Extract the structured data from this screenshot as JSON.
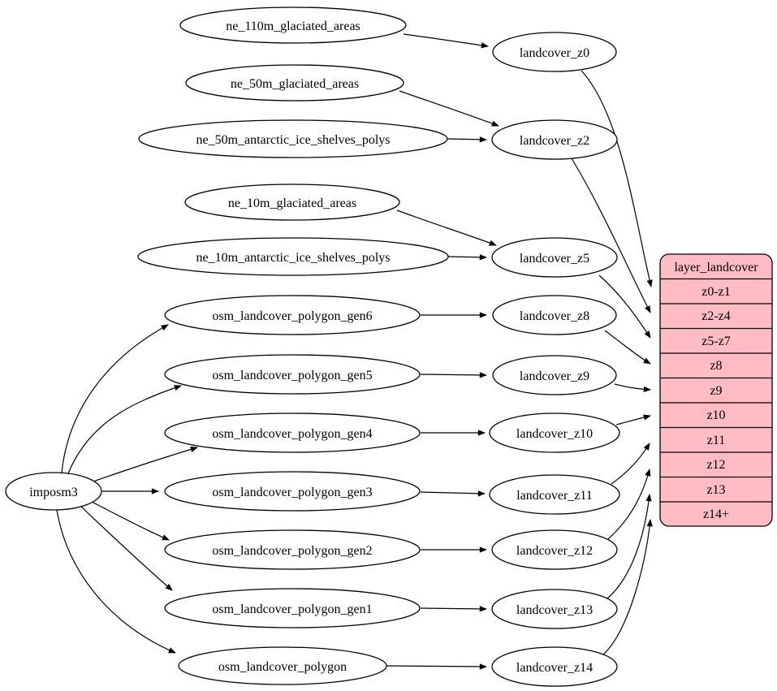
{
  "nodes": {
    "ne110": {
      "label": "ne_110m_glaciated_areas"
    },
    "ne50g": {
      "label": "ne_50m_glaciated_areas"
    },
    "ne50a": {
      "label": "ne_50m_antarctic_ice_shelves_polys"
    },
    "ne10g": {
      "label": "ne_10m_glaciated_areas"
    },
    "ne10a": {
      "label": "ne_10m_antarctic_ice_shelves_polys"
    },
    "gen6": {
      "label": "osm_landcover_polygon_gen6"
    },
    "gen5": {
      "label": "osm_landcover_polygon_gen5"
    },
    "gen4": {
      "label": "osm_landcover_polygon_gen4"
    },
    "gen3": {
      "label": "osm_landcover_polygon_gen3"
    },
    "gen2": {
      "label": "osm_landcover_polygon_gen2"
    },
    "gen1": {
      "label": "osm_landcover_polygon_gen1"
    },
    "poly": {
      "label": "osm_landcover_polygon"
    },
    "imposm3": {
      "label": "imposm3"
    },
    "z0": {
      "label": "landcover_z0"
    },
    "z2": {
      "label": "landcover_z2"
    },
    "z5": {
      "label": "landcover_z5"
    },
    "z8": {
      "label": "landcover_z8"
    },
    "z9": {
      "label": "landcover_z9"
    },
    "z10": {
      "label": "landcover_z10"
    },
    "z11": {
      "label": "landcover_z11"
    },
    "z12": {
      "label": "landcover_z12"
    },
    "z13": {
      "label": "landcover_z13"
    },
    "z14": {
      "label": "landcover_z14"
    }
  },
  "table": {
    "title": "layer_landcover",
    "rows": [
      "z0-z1",
      "z2-z4",
      "z5-z7",
      "z8",
      "z9",
      "z10",
      "z11",
      "z12",
      "z13",
      "z14+"
    ]
  },
  "edges": [
    {
      "from": "ne_110m_glaciated_areas",
      "to": "landcover_z0"
    },
    {
      "from": "ne_50m_glaciated_areas",
      "to": "landcover_z2"
    },
    {
      "from": "ne_50m_antarctic_ice_shelves_polys",
      "to": "landcover_z2"
    },
    {
      "from": "ne_10m_glaciated_areas",
      "to": "landcover_z5"
    },
    {
      "from": "ne_10m_antarctic_ice_shelves_polys",
      "to": "landcover_z5"
    },
    {
      "from": "imposm3",
      "to": "osm_landcover_polygon_gen6"
    },
    {
      "from": "imposm3",
      "to": "osm_landcover_polygon_gen5"
    },
    {
      "from": "imposm3",
      "to": "osm_landcover_polygon_gen4"
    },
    {
      "from": "imposm3",
      "to": "osm_landcover_polygon_gen3"
    },
    {
      "from": "imposm3",
      "to": "osm_landcover_polygon_gen2"
    },
    {
      "from": "imposm3",
      "to": "osm_landcover_polygon_gen1"
    },
    {
      "from": "imposm3",
      "to": "osm_landcover_polygon"
    },
    {
      "from": "osm_landcover_polygon_gen6",
      "to": "landcover_z8"
    },
    {
      "from": "osm_landcover_polygon_gen5",
      "to": "landcover_z9"
    },
    {
      "from": "osm_landcover_polygon_gen4",
      "to": "landcover_z10"
    },
    {
      "from": "osm_landcover_polygon_gen3",
      "to": "landcover_z11"
    },
    {
      "from": "osm_landcover_polygon_gen2",
      "to": "landcover_z12"
    },
    {
      "from": "osm_landcover_polygon_gen1",
      "to": "landcover_z13"
    },
    {
      "from": "osm_landcover_polygon",
      "to": "landcover_z14"
    },
    {
      "from": "landcover_z0",
      "to": "layer_landcover:z0-z1"
    },
    {
      "from": "landcover_z2",
      "to": "layer_landcover:z2-z4"
    },
    {
      "from": "landcover_z5",
      "to": "layer_landcover:z5-z7"
    },
    {
      "from": "landcover_z8",
      "to": "layer_landcover:z8"
    },
    {
      "from": "landcover_z9",
      "to": "layer_landcover:z9"
    },
    {
      "from": "landcover_z10",
      "to": "layer_landcover:z10"
    },
    {
      "from": "landcover_z11",
      "to": "layer_landcover:z11"
    },
    {
      "from": "landcover_z12",
      "to": "layer_landcover:z12"
    },
    {
      "from": "landcover_z13",
      "to": "layer_landcover:z13"
    },
    {
      "from": "landcover_z14",
      "to": "layer_landcover:z14+"
    }
  ],
  "colors": {
    "table_fill": "#ffbcc5",
    "node_fill": "#ffffff",
    "stroke": "#000000",
    "background": "#ffffff"
  }
}
